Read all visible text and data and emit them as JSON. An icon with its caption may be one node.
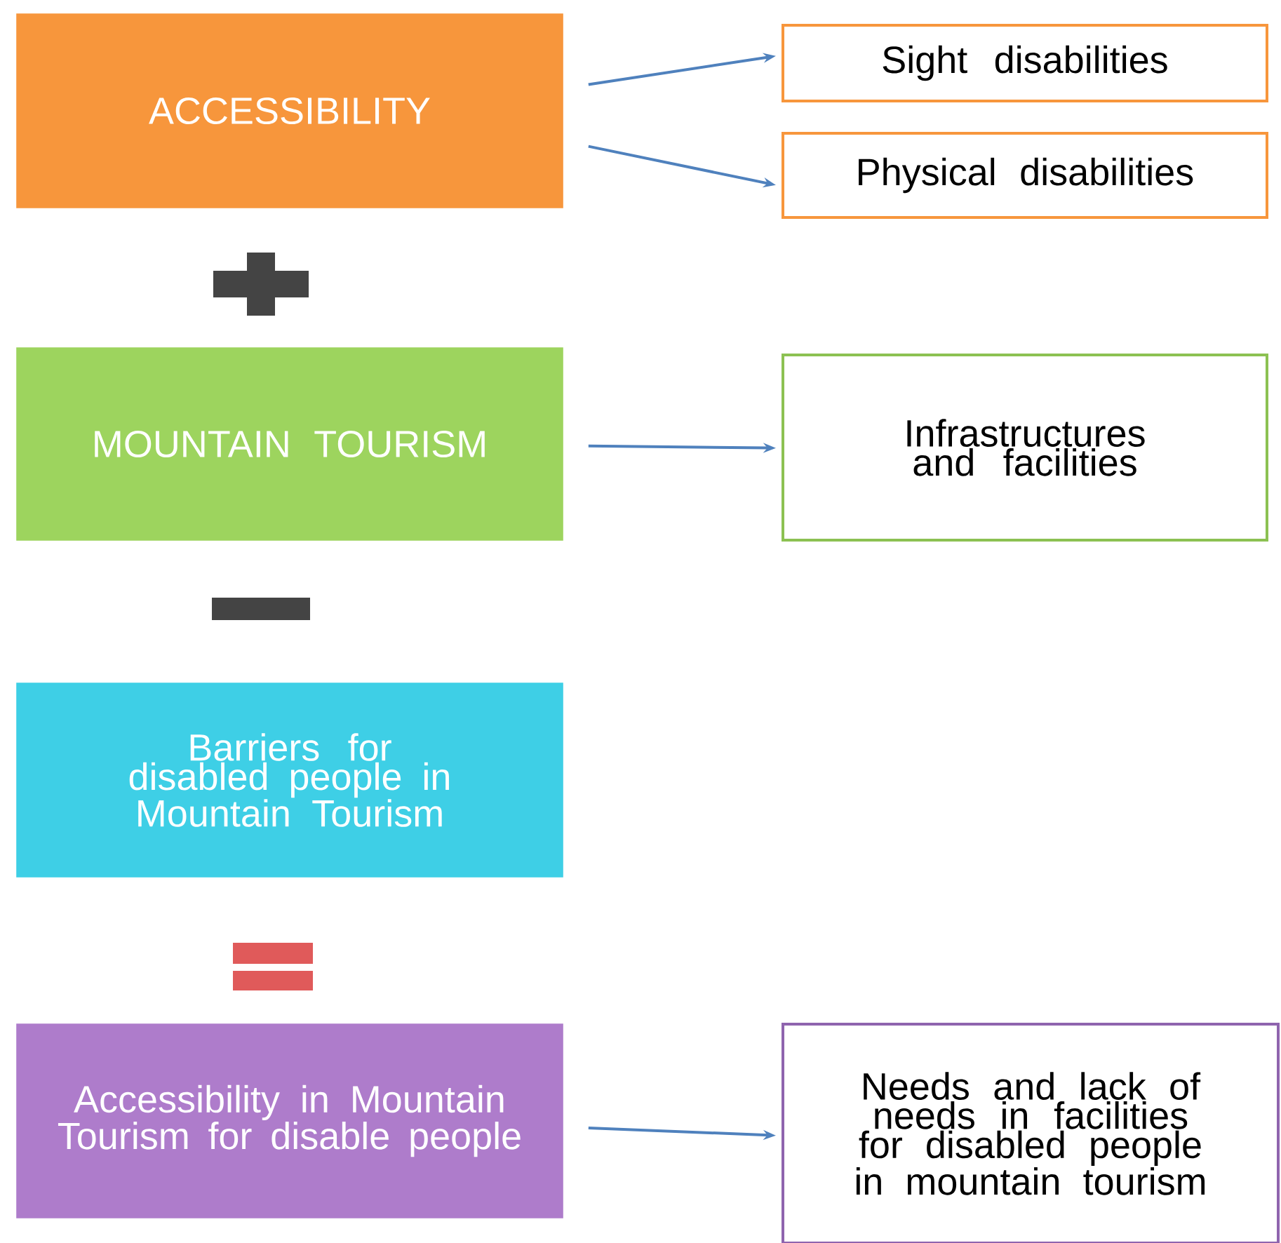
{
  "diagram": {
    "nodes": [
      {
        "text": [
          "ACCESSIBILITY"
        ]
      },
      {
        "text": [
          "Sight disabilities"
        ]
      },
      {
        "text": [
          "Physical disabilities"
        ]
      },
      {
        "text": [
          "MOUNTAIN TOURISM"
        ]
      },
      {
        "text": [
          "Infrastructures and facilities"
        ]
      },
      {
        "text": [
          "Barriers for disabled people in Mountain Tourism"
        ]
      },
      {
        "text": [
          "Accessibility in Mountain Tourism for disable people"
        ]
      },
      {
        "text": [
          "Needs and lack of needs in facilities for disabled people in mountain tourism"
        ]
      }
    ],
    "edges": [
      {
        "from": 0,
        "to": 1,
        "arrow": "to"
      },
      {
        "from": 0,
        "to": 2,
        "arrow": "to"
      },
      {
        "from": 3,
        "to": 4,
        "arrow": "to"
      },
      {
        "from": 6,
        "to": 7,
        "arrow": "to"
      }
    ]
  }
}
